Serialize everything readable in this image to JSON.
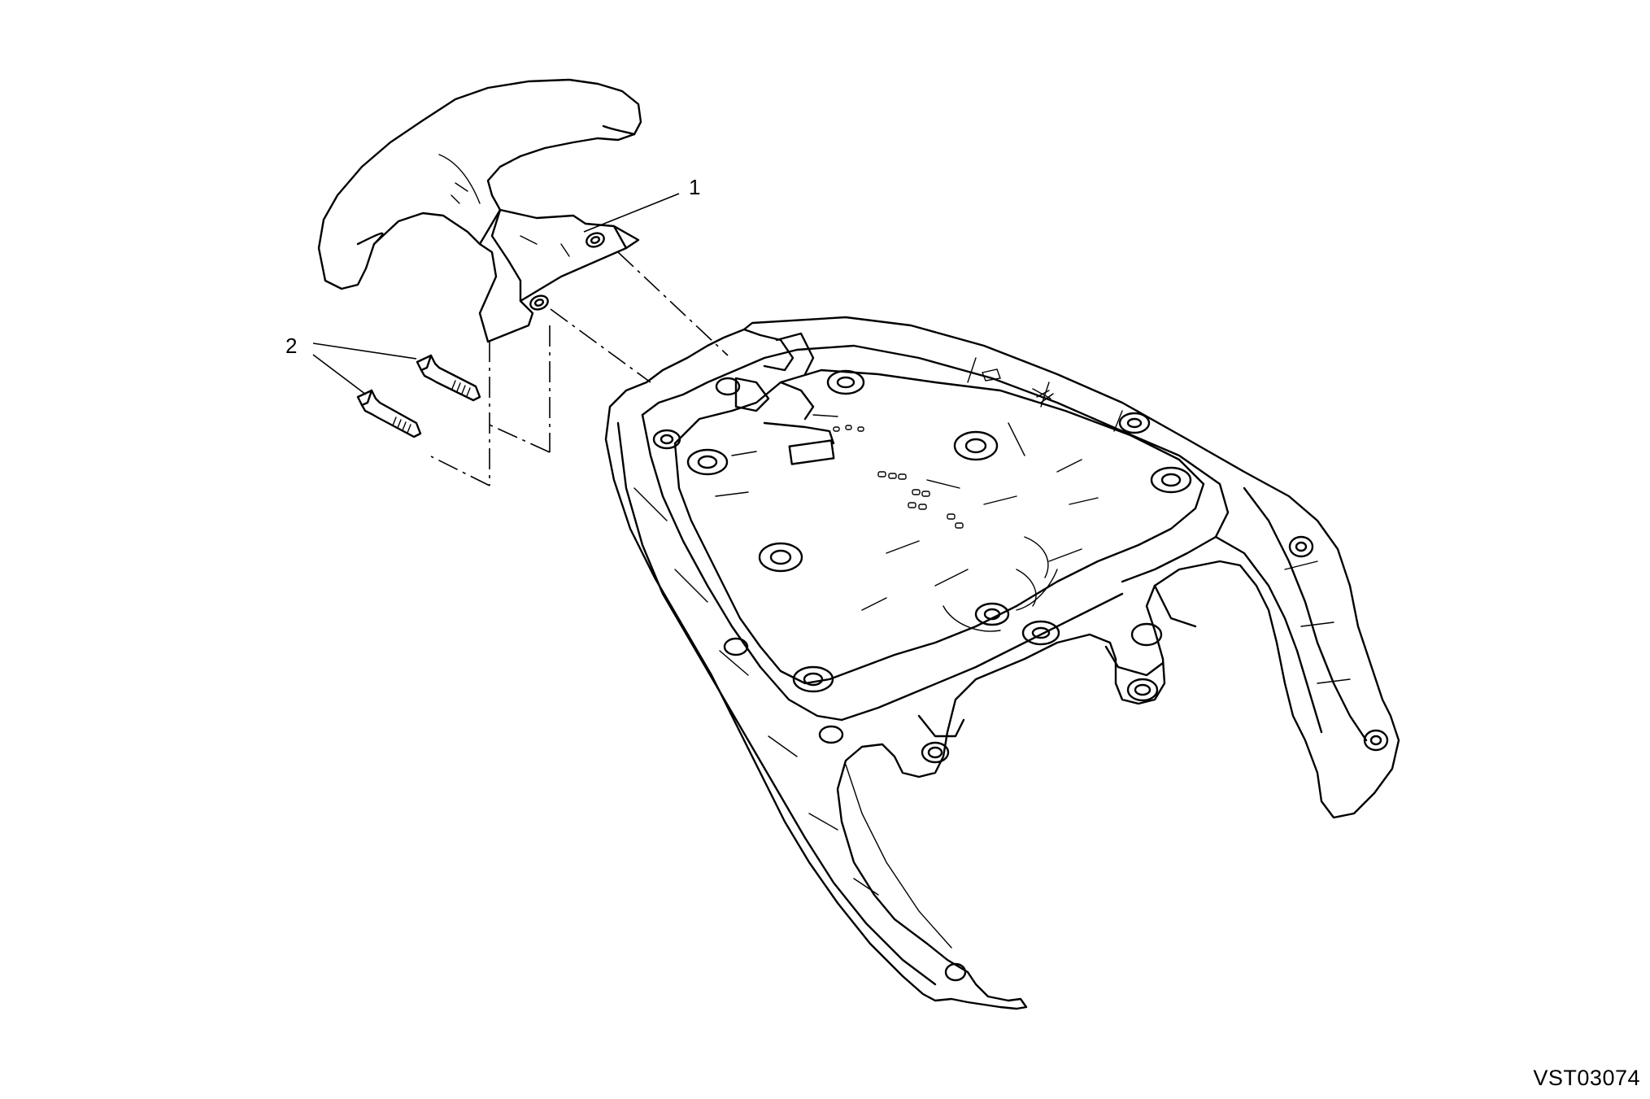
{
  "callouts": [
    {
      "label": "1",
      "part": "handle"
    },
    {
      "label": "2",
      "part": "screws"
    }
  ],
  "drawing_code": "VST03074",
  "colors": {
    "line": "#000000",
    "background": "#ffffff"
  }
}
